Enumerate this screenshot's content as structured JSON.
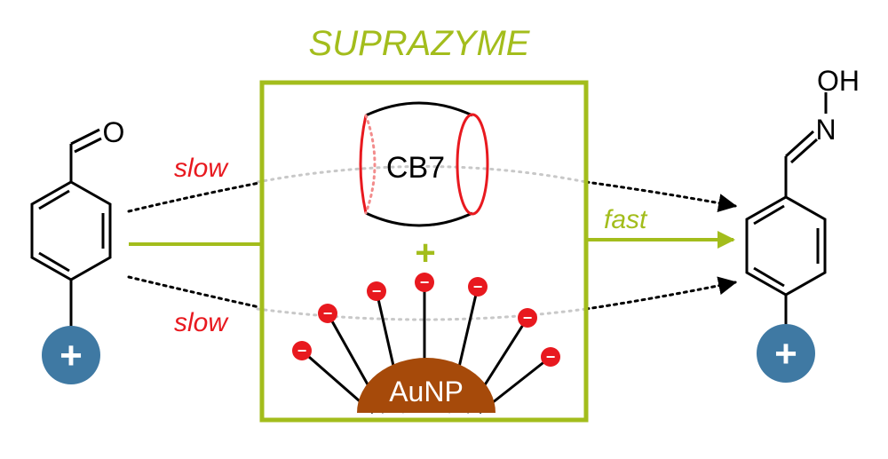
{
  "title": "SUPRAZYME",
  "labels": {
    "slow_top": "slow",
    "slow_bottom": "slow",
    "fast": "fast",
    "host": "CB7",
    "plus_center": "+",
    "nanoparticle": "AuNP"
  },
  "reactant": {
    "carbonyl_atom": "O",
    "charge": "+"
  },
  "product": {
    "oh_group": "OH",
    "n_atom": "N",
    "charge": "+"
  },
  "ligand_charge": "−",
  "colors": {
    "accent_green": "#a3bd1c",
    "red": "#e8191f",
    "gold_np": "#a64a0a",
    "charge_blue": "#3f79a3",
    "slow_red": "#e8191f"
  }
}
